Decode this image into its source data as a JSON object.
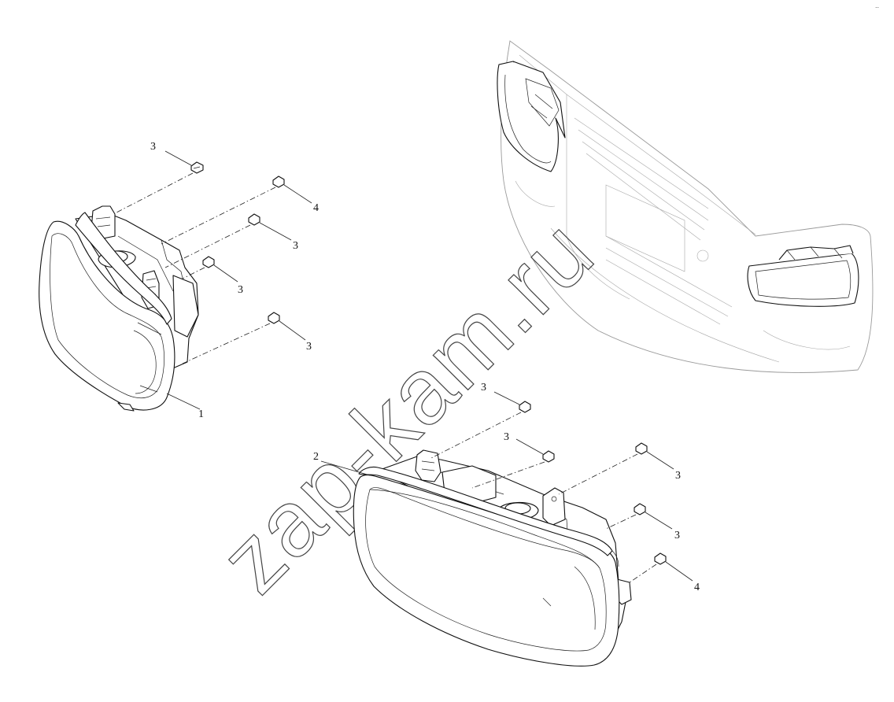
{
  "watermark": "zap-kam.ru",
  "corner_mark": "..",
  "callouts": {
    "c1": "1",
    "c2": "2",
    "c3a": "3",
    "c4a": "4",
    "c3b": "3",
    "c3c": "3",
    "c3d": "3",
    "c3e": "3",
    "c3f": "3",
    "c3g": "3",
    "c3h": "3",
    "c4b": "4"
  }
}
